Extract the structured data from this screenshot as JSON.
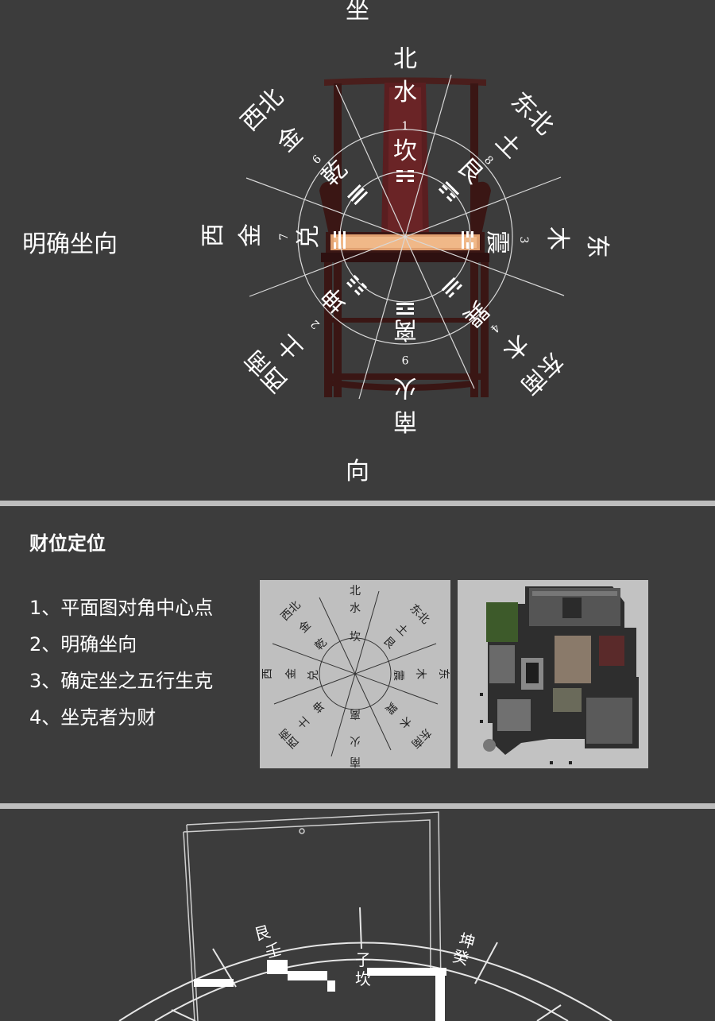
{
  "section1": {
    "seat_label": "坐",
    "facing_label": "向",
    "left_label": "明确坐向",
    "compass": {
      "north": {
        "name": "北",
        "element": "水",
        "num": "1",
        "gua": "坎"
      },
      "northeast": {
        "name": "东北",
        "element": "土",
        "num": "8",
        "gua": "艮"
      },
      "east": {
        "name": "东",
        "element": "木",
        "num": "3",
        "gua": "震"
      },
      "southeast": {
        "name": "东南",
        "element": "木",
        "num": "4",
        "gua": "巽"
      },
      "south": {
        "name": "南",
        "element": "火",
        "num": "9",
        "gua": "离"
      },
      "southwest": {
        "name": "西南",
        "element": "土",
        "num": "2",
        "gua": "坤"
      },
      "west": {
        "name": "西",
        "element": "金",
        "num": "7",
        "gua": "兑"
      },
      "northwest": {
        "name": "西北",
        "element": "金",
        "num": "6",
        "gua": "乾"
      }
    },
    "colors": {
      "chair": "#4a1e1c",
      "seat": "#e0a070",
      "line": "#d8d8d8"
    }
  },
  "section2": {
    "title": "财位定位",
    "steps": [
      "1、平面图对角中心点",
      "2、明确坐向",
      "3、确定坐之五行生克",
      "4、坐克者为财"
    ]
  },
  "section3": {
    "labels": {
      "gen": "艮",
      "ren": "壬",
      "zi": "子",
      "kan": "坎",
      "kun": "坤",
      "gui": "癸"
    }
  }
}
